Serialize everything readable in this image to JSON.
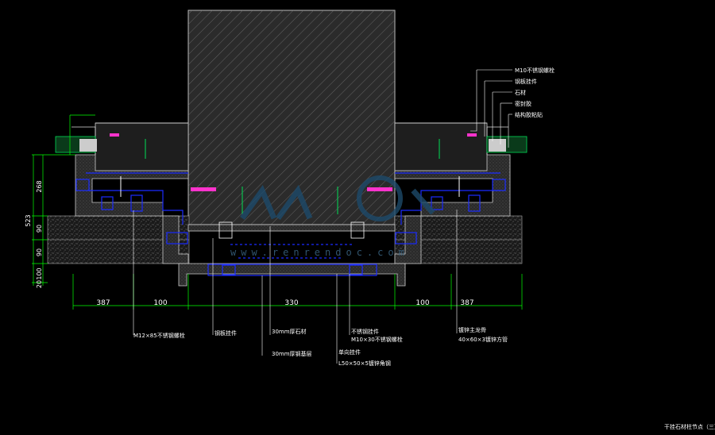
{
  "drawing": {
    "title": "干挂石材柱节点（三）",
    "watermark_text": "www.renrendoc.com",
    "colors": {
      "background": "#000000",
      "dimension": "#00ff00",
      "steel": "#0000ff",
      "concrete_hatch": "#8a8a8a",
      "annotation": "#ffffff",
      "bolt": "#ff00ff",
      "watermark": "#1d4a6a"
    }
  },
  "dimensions": {
    "bottom": [
      "387",
      "100",
      "330",
      "100",
      "387"
    ],
    "left": [
      "523",
      "268",
      "90",
      "90",
      "100",
      "20"
    ]
  },
  "labels": {
    "right_top": [
      "M10不锈钢螺栓",
      "钢板挂件",
      "石材",
      "密封胶",
      "结构胶粘贴"
    ],
    "bottom": [
      "M12×85不锈钢螺栓",
      "钢板挂件",
      "30mm厚石材",
      "30mm厚钢基层",
      "不锈钢挂件",
      "M10×30不锈钢螺栓",
      "单向挂件",
      "L50×50×5镀锌角钢",
      "镀锌主龙骨",
      "40×60×3镀锌方管"
    ]
  }
}
